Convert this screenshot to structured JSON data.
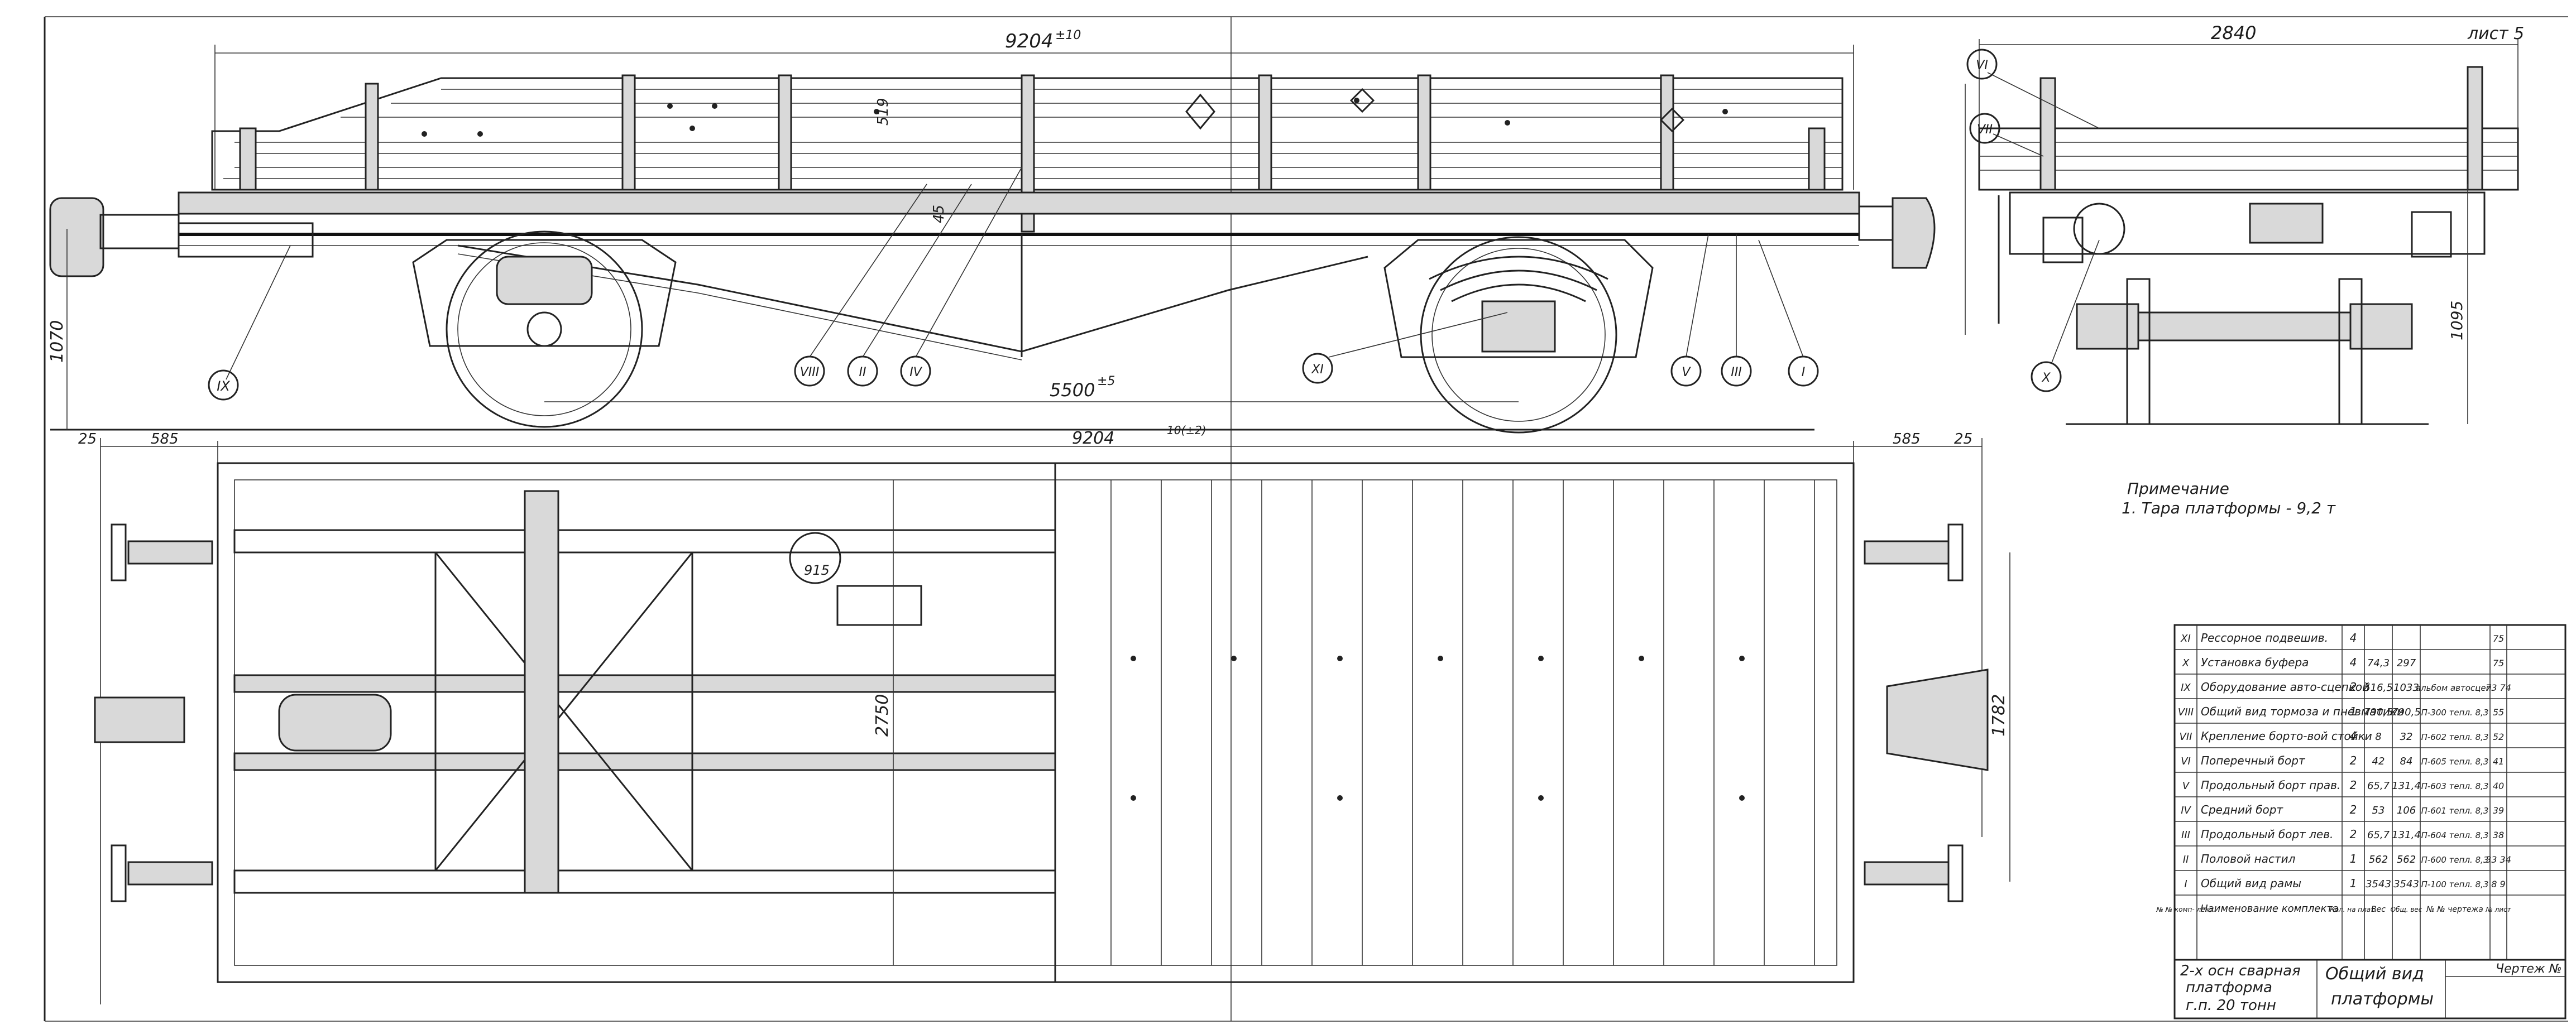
{
  "sheet": {
    "sheet_label": "лист 5",
    "note_title": "Примечание",
    "note_text": "1. Тара платформы - 9,2 т"
  },
  "dimensions": {
    "overall_length": "9204",
    "overall_tol": "±10",
    "plan_length": "9204",
    "plan_tol": "10(±2)",
    "wheelbase": "5500",
    "wheelbase_tol": "±5",
    "height": "1070",
    "side_height": "519",
    "floor_offset": "45",
    "width": "2840",
    "end_height": "1095",
    "overhang_left": "585",
    "overhang_right": "585",
    "edge_left": "25",
    "edge_right": "25",
    "plan_width": "2750",
    "inner_span": "1782",
    "bolster": "915"
  },
  "callouts": [
    "IX",
    "VIII",
    "II",
    "IV",
    "XI",
    "V",
    "III",
    "I",
    "VI",
    "VII",
    "X"
  ],
  "bom": {
    "rows": [
      {
        "no": "XI",
        "name": "Рессорное подвешив.",
        "qty": "4",
        "w1": "",
        "w2": "",
        "dwg": "",
        "sheet": "75"
      },
      {
        "no": "X",
        "name": "Установка буфера",
        "qty": "4",
        "w1": "74,3",
        "w2": "297",
        "dwg": "",
        "sheet": "75"
      },
      {
        "no": "IX",
        "name": "Оборудование авто-сцепкой",
        "qty": "2",
        "w1": "516,5",
        "w2": "1033",
        "dwg": "альбом автосцеп.",
        "sheet": "73 74"
      },
      {
        "no": "VIII",
        "name": "Общий вид тормоза и пневматики",
        "qty": "1",
        "w1": "790,5",
        "w2": "790,5",
        "dwg": "П-300 тепл. 8,3",
        "sheet": "55"
      },
      {
        "no": "VII",
        "name": "Крепление борто-вой стойки",
        "qty": "4",
        "w1": "8",
        "w2": "32",
        "dwg": "П-602 тепл. 8,3",
        "sheet": "52"
      },
      {
        "no": "VI",
        "name": "Поперечный борт",
        "qty": "2",
        "w1": "42",
        "w2": "84",
        "dwg": "П-605 тепл. 8,3",
        "sheet": "41"
      },
      {
        "no": "V",
        "name": "Продольный борт прав.",
        "qty": "2",
        "w1": "65,7",
        "w2": "131,4",
        "dwg": "П-603 тепл. 8,3",
        "sheet": "40"
      },
      {
        "no": "IV",
        "name": "Средний борт",
        "qty": "2",
        "w1": "53",
        "w2": "106",
        "dwg": "П-601 тепл. 8,3",
        "sheet": "39"
      },
      {
        "no": "III",
        "name": "Продольный борт лев.",
        "qty": "2",
        "w1": "65,7",
        "w2": "131,4",
        "dwg": "П-604 тепл. 8,3",
        "sheet": "38"
      },
      {
        "no": "II",
        "name": "Половой настил",
        "qty": "1",
        "w1": "562",
        "w2": "562",
        "dwg": "П-600 тепл. 8,3",
        "sheet": "33 34"
      },
      {
        "no": "I",
        "name": "Общий вид рамы",
        "qty": "1",
        "w1": "3543",
        "w2": "3543",
        "dwg": "П-100 тепл. 8,3",
        "sheet": "8 9"
      }
    ],
    "header": {
      "no": "№ № комп- лект.",
      "name": "Наименование комплекта",
      "qty": "Кол. на плат.",
      "w1": "Вес",
      "w2": "Общ. вес",
      "dwg": "№ № чертежа",
      "sheet": "№ лист"
    }
  },
  "title_block": {
    "vehicle_line1": "2-х осн сварная",
    "vehicle_line2": "платформа",
    "vehicle_line3": "г.п. 20 тонн",
    "drawing_title1": "Общий вид",
    "drawing_title2": "платформы",
    "drawing_no_label": "Чертеж №"
  }
}
